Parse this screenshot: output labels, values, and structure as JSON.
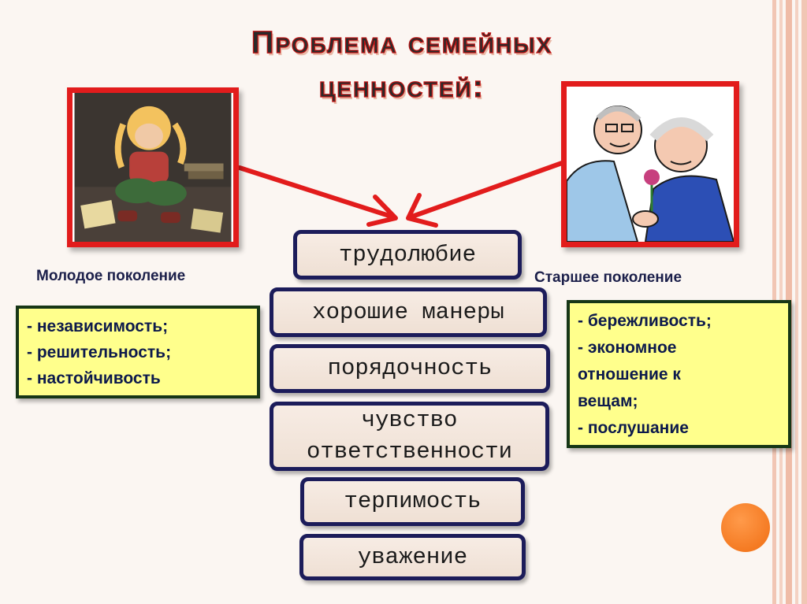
{
  "title": {
    "line1": "Проблема семейных",
    "line2": "ценностей:"
  },
  "young": {
    "label": "Молодое поколение",
    "picture_icon": "girl-reading-books-icon",
    "traits": [
      "- независимость;",
      "- решительность;",
      "- настойчивость"
    ]
  },
  "old": {
    "label": "Старшее поколение",
    "picture_icon": "elderly-couple-icon",
    "traits": [
      "- бережливость;",
      "- экономное",
      "отношение к",
      "вещам;",
      "- послушание"
    ]
  },
  "values": [
    "трудолюбие",
    "хорошие манеры",
    "порядочность",
    "чувство ответственности",
    "терпимость",
    "уважение"
  ],
  "colors": {
    "frame": "#e21c1c",
    "arrow": "#e21c1c",
    "trait_box": "#ffff8c",
    "trait_border": "#163616",
    "value_border": "#1c1c5a",
    "accent_dot": "#f06d12"
  }
}
